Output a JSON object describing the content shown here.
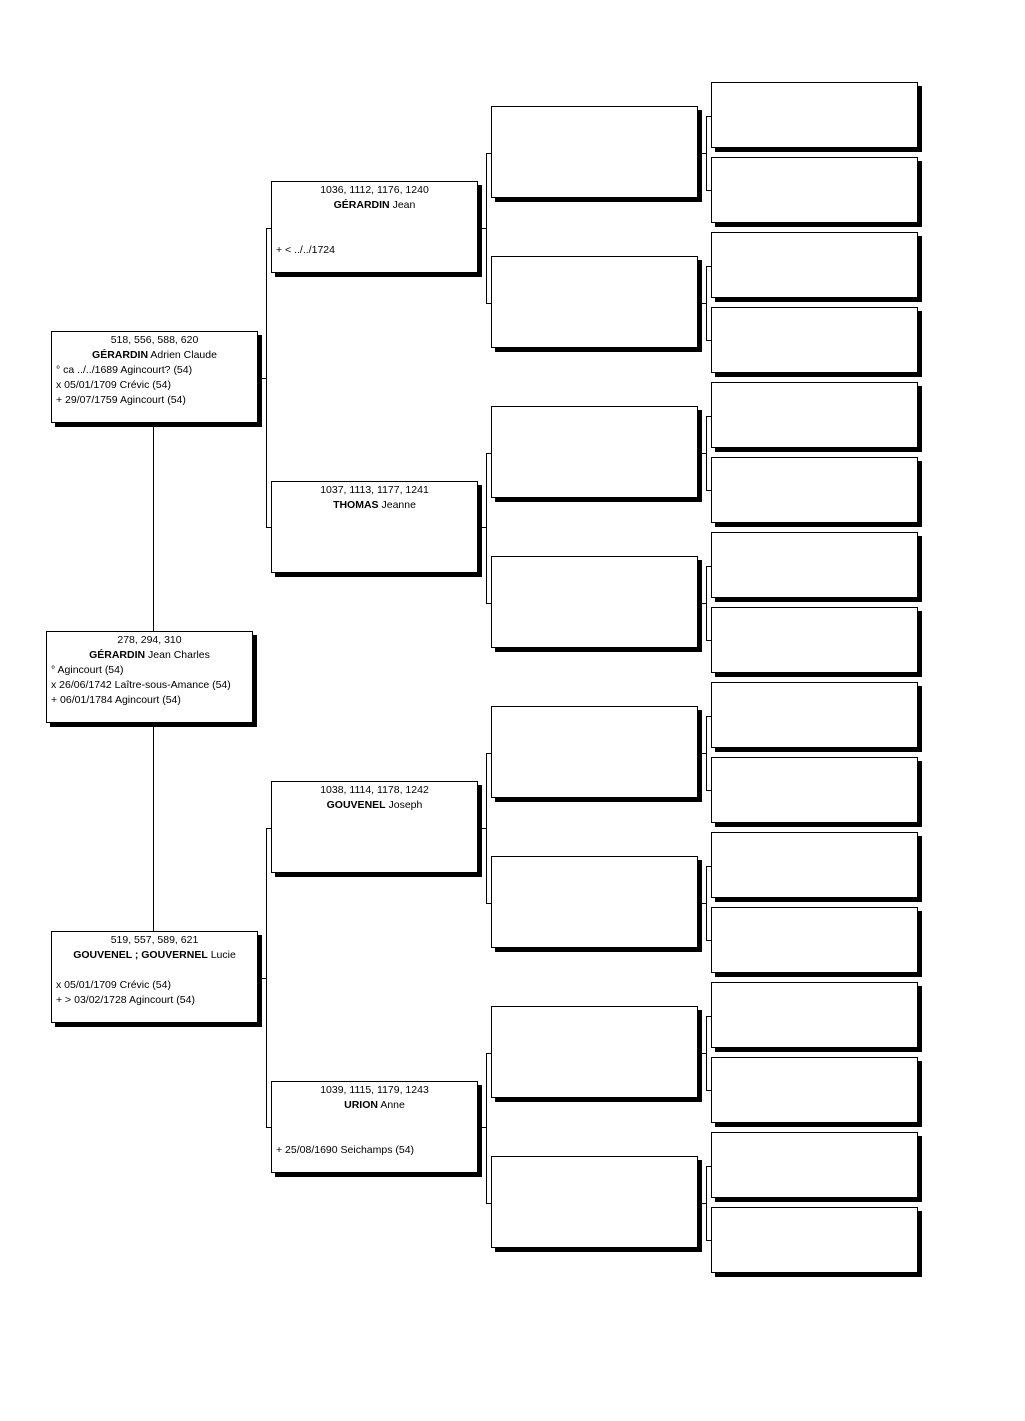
{
  "root": {
    "ids": "278, 294, 310",
    "surname": "GÉRARDIN",
    "given": "Jean Charles",
    "events": [
      "° Agincourt (54)",
      "x 26/06/1742 Laître-sous-Amance (54)",
      "+ 06/01/1784 Agincourt (54)"
    ]
  },
  "father": {
    "ids": "518, 556, 588, 620",
    "surname": "GÉRARDIN",
    "given": "Adrien Claude",
    "events": [
      "° ca ../../1689 Agincourt? (54)",
      "x 05/01/1709 Crévic (54)",
      "+ 29/07/1759 Agincourt (54)"
    ]
  },
  "mother": {
    "ids": "519, 557, 589, 621",
    "surname": "GOUVENEL ; GOUVERNEL",
    "given": "Lucie",
    "events": [
      "",
      "x 05/01/1709 Crévic (54)",
      "+ > 03/02/1728 Agincourt (54)"
    ]
  },
  "paternal_grandfather": {
    "ids": "1036, 1112, 1176, 1240",
    "surname": "GÉRARDIN",
    "given": "Jean",
    "events": [
      "",
      "",
      "+ < ../../1724"
    ]
  },
  "paternal_grandmother": {
    "ids": "1037, 1113, 1177, 1241",
    "surname": "THOMAS",
    "given": "Jeanne",
    "events": []
  },
  "maternal_grandfather": {
    "ids": "1038, 1114, 1178, 1242",
    "surname": "GOUVENEL",
    "given": "Joseph",
    "events": []
  },
  "maternal_grandmother": {
    "ids": "1039, 1115, 1179, 1243",
    "surname": "URION",
    "given": "Anne",
    "events": [
      "",
      "",
      "+ 25/08/1690 Seichamps (54)"
    ]
  }
}
